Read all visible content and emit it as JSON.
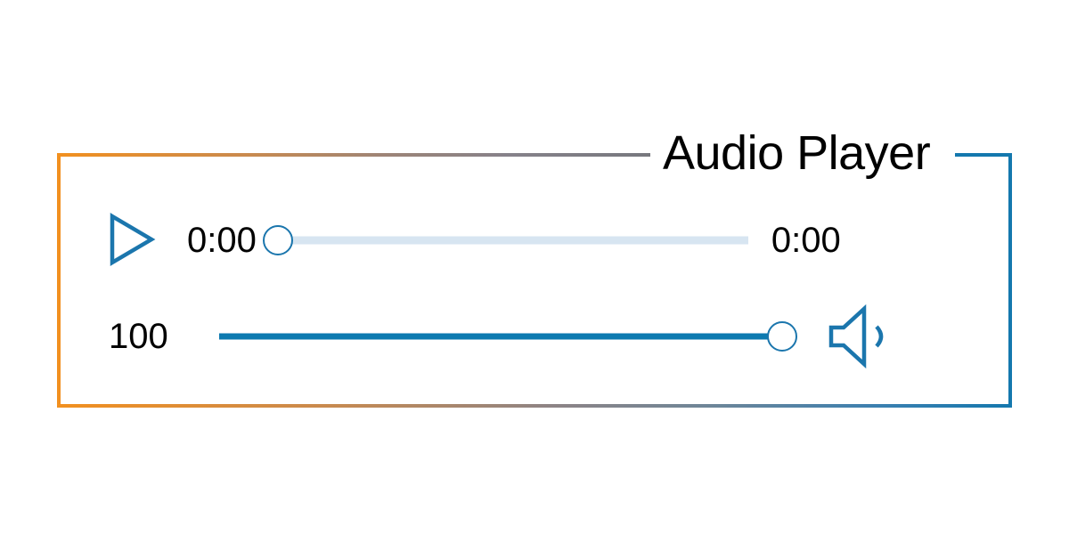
{
  "window": {
    "title": "Audio Player",
    "background": "#ffffff"
  },
  "frame": {
    "legend": "Audio Player",
    "border_start_color": "#f2901f",
    "border_mid_color": "#77787e",
    "border_end_color": "#1478ae"
  },
  "transport": {
    "play_button": {
      "icon": "play-triangle-icon",
      "state": "paused",
      "color": "#1b76ad"
    },
    "current_time": "0:00",
    "total_time": "0:00",
    "progress": {
      "value": 0,
      "min": 0,
      "max": 100,
      "track_color": "#d7e5f1",
      "fill_color": "#0d7ab0",
      "thumb_color": "#1b76ad"
    }
  },
  "volume": {
    "value": "100",
    "level": 100,
    "min": 0,
    "max": 100,
    "track_color": "#0d7ab0",
    "thumb_color": "#1b76ad",
    "icon": "speaker-volume-icon",
    "icon_color": "#1b76ad"
  }
}
